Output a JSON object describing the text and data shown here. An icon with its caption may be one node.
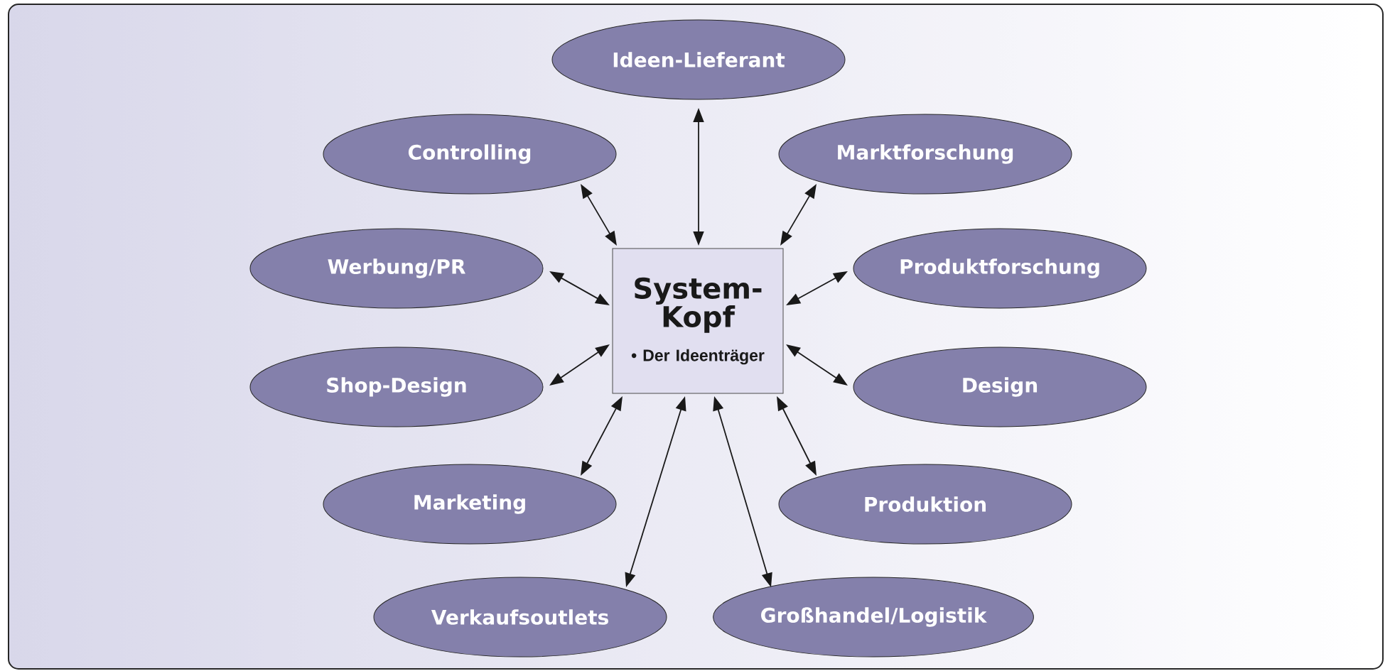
{
  "diagram": {
    "nodes": [
      {
        "text": [
          "Ideen-Lieferant"
        ]
      },
      {
        "text": [
          "Controlling"
        ]
      },
      {
        "text": [
          "Marktforschung"
        ]
      },
      {
        "text": [
          "Werbung/PR"
        ]
      },
      {
        "text": [
          "System-Kopf",
          "• Der Ideenträger"
        ]
      },
      {
        "text": [
          "Produktforschung"
        ]
      },
      {
        "text": [
          "Shop-Design"
        ]
      },
      {
        "text": [
          "Design"
        ]
      },
      {
        "text": [
          "Marketing"
        ]
      },
      {
        "text": [
          "Produktion"
        ]
      },
      {
        "text": [
          "Verkaufsoutlets"
        ]
      },
      {
        "text": [
          "Großhandel/Logistik"
        ]
      }
    ],
    "edges": [
      {
        "from": 4,
        "to": 0,
        "arrow": "both"
      },
      {
        "from": 4,
        "to": 1,
        "arrow": "both"
      },
      {
        "from": 4,
        "to": 2,
        "arrow": "both"
      },
      {
        "from": 4,
        "to": 3,
        "arrow": "both"
      },
      {
        "from": 4,
        "to": 5,
        "arrow": "both"
      },
      {
        "from": 4,
        "to": 6,
        "arrow": "both"
      },
      {
        "from": 4,
        "to": 7,
        "arrow": "both"
      },
      {
        "from": 4,
        "to": 8,
        "arrow": "both"
      },
      {
        "from": 4,
        "to": 9,
        "arrow": "both"
      },
      {
        "from": 4,
        "to": 10,
        "arrow": "both"
      },
      {
        "from": 4,
        "to": 11,
        "arrow": "both"
      }
    ]
  }
}
